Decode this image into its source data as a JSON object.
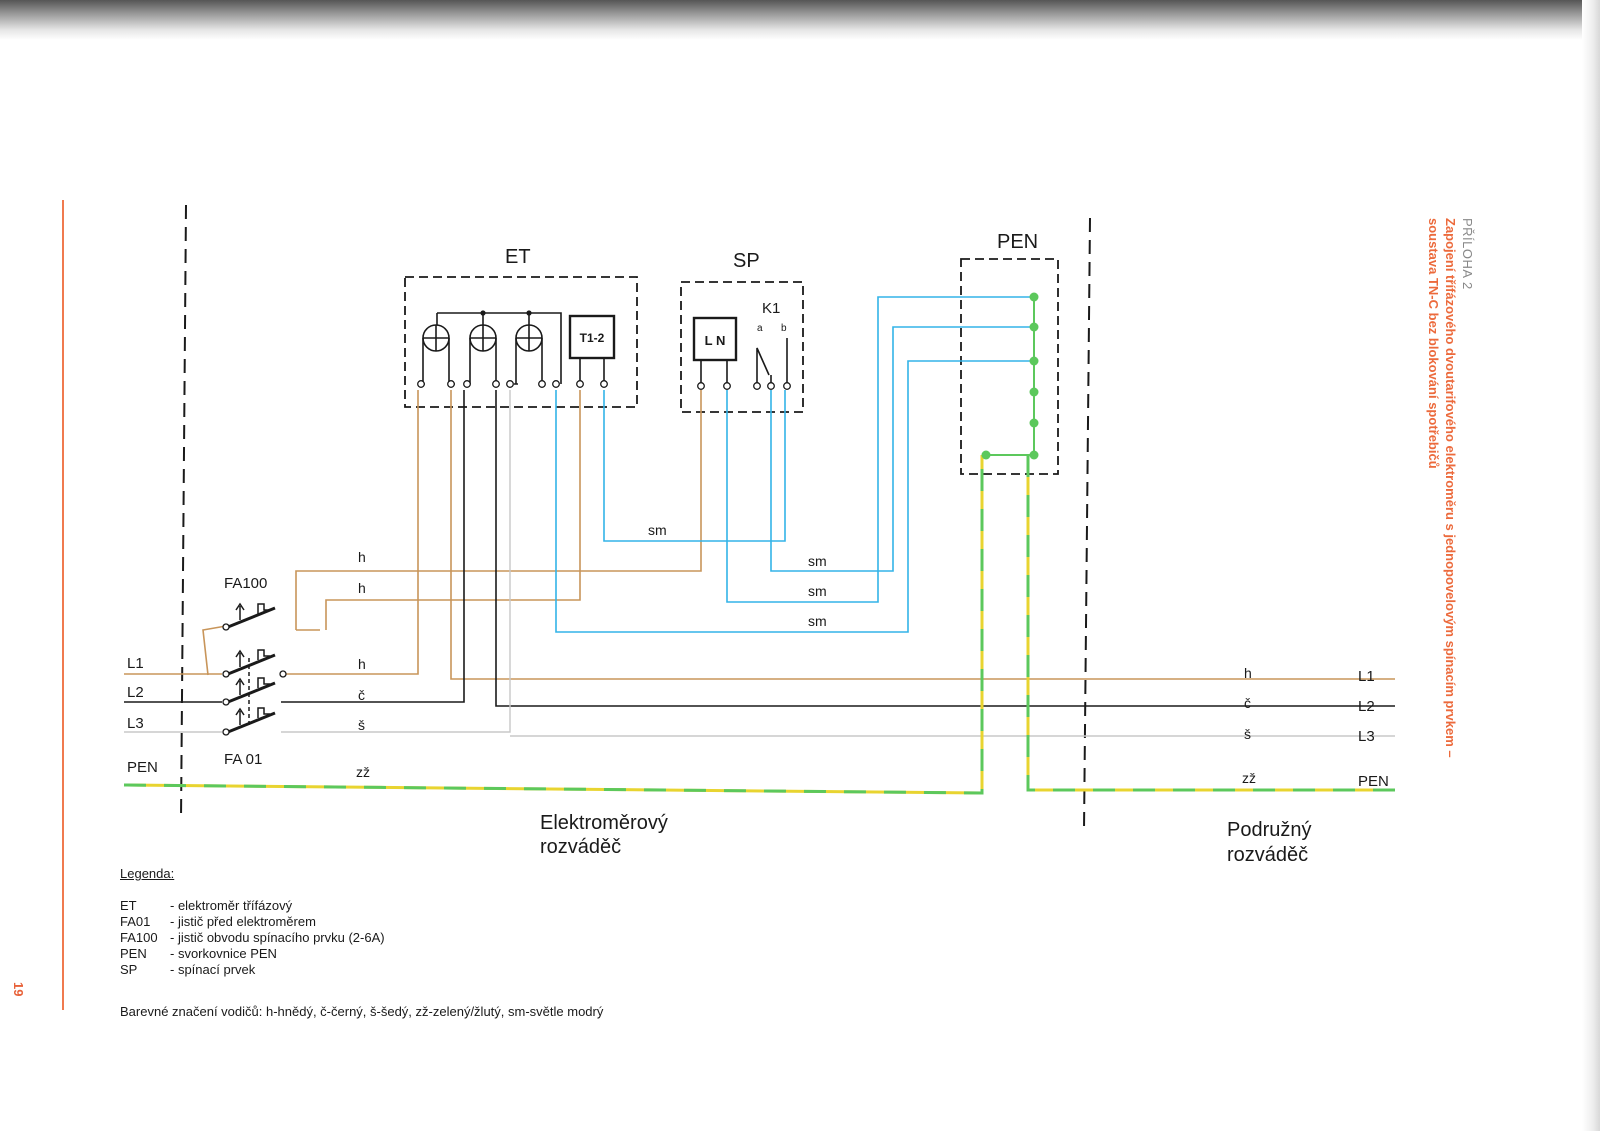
{
  "page_number": "19",
  "side_caption": {
    "label": "PŘÍLOHA 2",
    "line1": "Zapojení třífázového dvoutarifového elektroměru s jednopovelovým spínacím prvkem –",
    "line2": "soustava TN-C bez blokování spotřebičů"
  },
  "boxes": {
    "et": "ET",
    "et_timer": "T1-2",
    "sp": "SP",
    "sp_ln": "L N",
    "k1": "K1",
    "k1_a": "a",
    "k1_b": "b",
    "pen": "PEN"
  },
  "breakers": {
    "fa100": "FA100",
    "fa01": "FA 01"
  },
  "phases_left": [
    "L1",
    "L2",
    "L3",
    "PEN"
  ],
  "phases_right": [
    "L1",
    "L2",
    "L3",
    "PEN"
  ],
  "wire_codes": {
    "h": "h",
    "c": "č",
    "s": "š",
    "zz": "zž",
    "sm": "sm"
  },
  "sections": {
    "meter_line1": "Elektroměrový",
    "meter_line2": "rozváděč",
    "sub_line1": "Podružný",
    "sub_line2": "rozváděč"
  },
  "legend": {
    "title": "Legenda:",
    "items": [
      {
        "code": "ET",
        "desc": "- elektroměr třífázový"
      },
      {
        "code": "FA01",
        "desc": "- jistič před elektroměrem"
      },
      {
        "code": "FA100",
        "desc": "- jistič obvodu spínacího prvku (2-6A)"
      },
      {
        "code": "PEN",
        "desc": "- svorkovnice PEN"
      },
      {
        "code": "SP",
        "desc": "- spínací prvek"
      }
    ]
  },
  "color_note": "Barevné značení vodičů: h-hnědý, č-černý, š-šedý, zž-zelený/žlutý, sm-světle modrý",
  "colors": {
    "brown": "#c8955a",
    "black": "#1a1a1a",
    "grey": "#c8c8c8",
    "light_blue": "#33b4e8",
    "green": "#5cc85c",
    "yellow": "#e8d430",
    "accent": "#ec6a3c"
  }
}
